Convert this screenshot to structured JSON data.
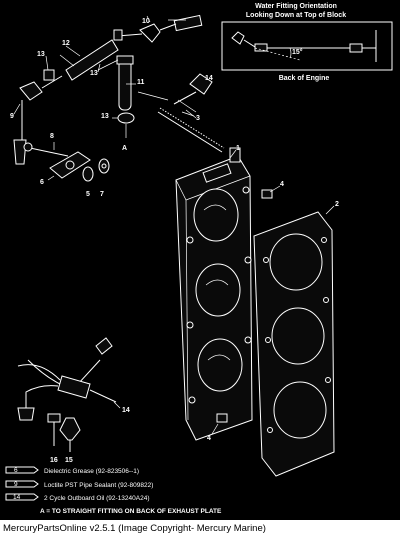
{
  "callouts": {
    "c1": "1",
    "c2": "2",
    "c3": "3",
    "c4a": "4",
    "c4b": "4",
    "c5": "5",
    "c6": "6",
    "c7": "7",
    "c8": "8",
    "c9": "9",
    "c10": "10",
    "c11": "11",
    "c12": "12",
    "c13a": "13",
    "c13b": "13",
    "c13c": "13",
    "c14a": "14",
    "c14b": "14",
    "c15": "15",
    "c16": "16",
    "cA": "A"
  },
  "inset": {
    "title_line1": "Water Fitting Orientation",
    "title_line2": "Looking Down at Top of Block",
    "angle": "15°",
    "caption": "Back of Engine"
  },
  "legend": [
    {
      "code": "6",
      "text": "Dielectric Grease (92-823506--1)"
    },
    {
      "code": "9",
      "text": "Loctite PST Pipe Sealant (92-809822)"
    },
    {
      "code": "14",
      "text": "2 Cycle Outboard Oil (92-13240A24)"
    }
  ],
  "note": "A = TO STRAIGHT FITTING ON BACK OF EXHAUST PLATE",
  "footer": "MercuryPartsOnline v2.5.1 (Image Copyright- Mercury Marine)"
}
